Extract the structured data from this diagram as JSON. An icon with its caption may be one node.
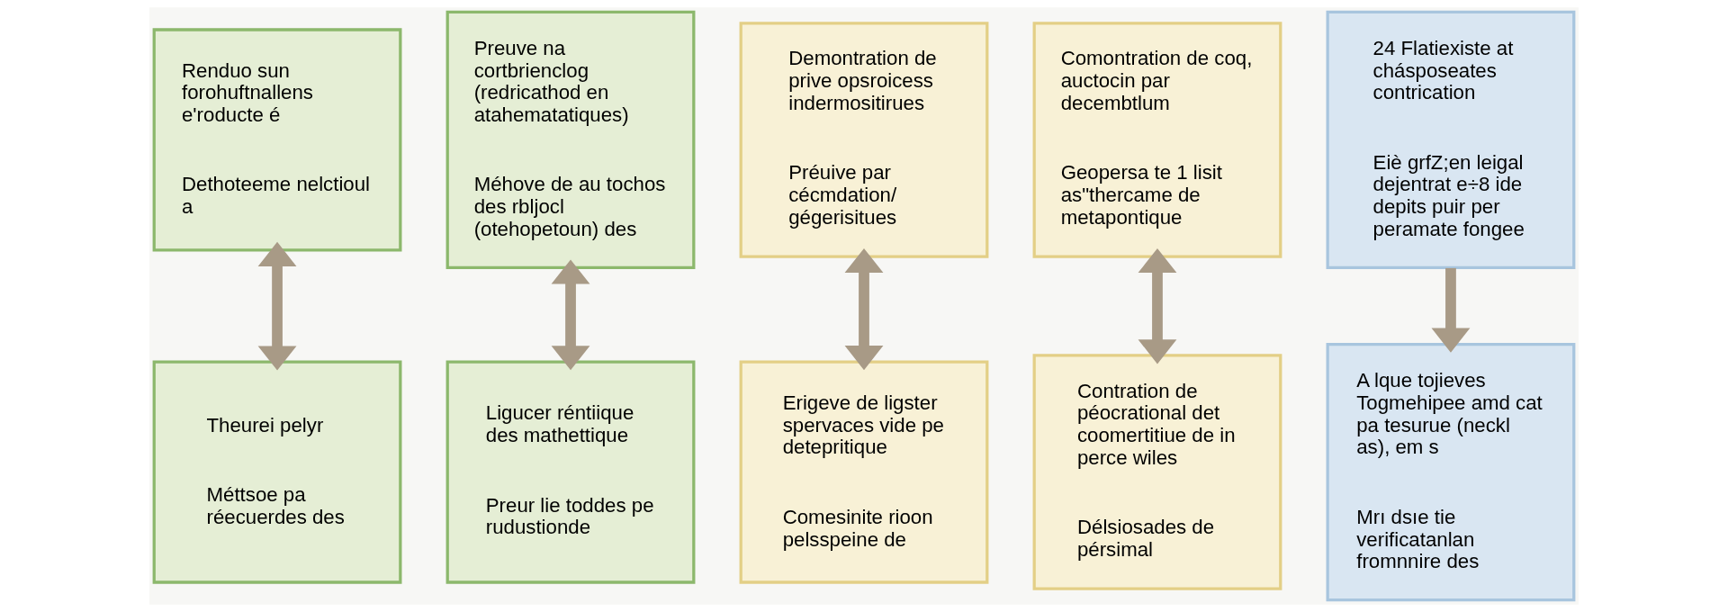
{
  "diagram": {
    "nodes": [
      {
        "text": [
          "Renduo sun forohuftnallens e'roducte é",
          "Dethoteeme nelctioul a"
        ]
      },
      {
        "text": [
          "Preuve na cortbrienclog (redricathod en atahematatiques)",
          "Méhove de au tochos des rbljocl (otehopetoun) des"
        ]
      },
      {
        "text": [
          "Demontration de prive opsroicess indermositirues",
          "Préuive par cécmdation/ gégerisitues"
        ]
      },
      {
        "text": [
          "Comontration de coq, auctocin par decembtlum",
          "Geopersa te 1 lisit as\"thercame de metapontique"
        ]
      },
      {
        "text": [
          "24 Flatiexiste at chásposeates contrication",
          "Eiè grfZ;en leigal dejentrat e÷8 ide depits puir per peramate fongee"
        ]
      },
      {
        "text": [
          "Theurei pelyr",
          "Méttsoe pa réecuerdes des"
        ]
      },
      {
        "text": [
          "Ligucer réntiique des mathettique",
          "Preur lie toddes pe rudustionde"
        ]
      },
      {
        "text": [
          "Erigeve de ligster spervaces vide pe detepritique",
          "Comesinite rioon pelsspeine de"
        ]
      },
      {
        "text": [
          "Contration de péocrational det coomertitiue de in perce wiles",
          "Délsiosades de pérsimal"
        ]
      },
      {
        "text": [
          "A lque tojieves Togmehipee amd cat pa tesurue (neckl as), em s",
          "Mrı dsıe tie verificatanlan fromnnire des"
        ]
      }
    ],
    "edges": [
      {
        "from": 0,
        "to": 5,
        "arrow": "both"
      },
      {
        "from": 1,
        "to": 6,
        "arrow": "both"
      },
      {
        "from": 2,
        "to": 7,
        "arrow": "both"
      },
      {
        "from": 3,
        "to": 8,
        "arrow": "both"
      },
      {
        "from": 4,
        "to": 9,
        "arrow": "to"
      }
    ]
  }
}
